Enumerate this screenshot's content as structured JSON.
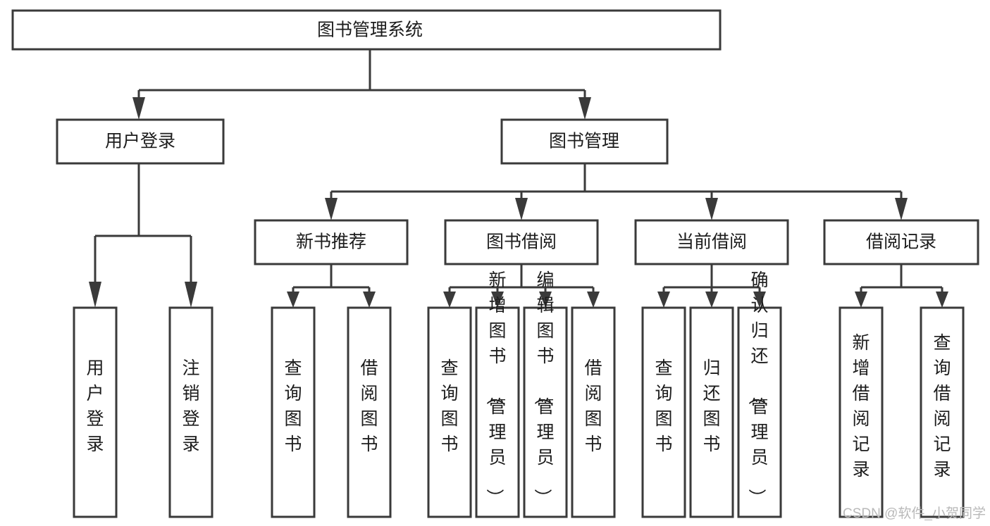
{
  "diagram": {
    "title": "图书管理系统",
    "type": "tree-hierarchy-diagram",
    "colors": {
      "box_stroke": "#3a3a3a",
      "box_fill": "#ffffff",
      "text": "#1c1c1c",
      "connector": "#3a3a3a",
      "watermark": "#b9b9b9",
      "background": "#ffffff"
    },
    "root": {
      "label": "图书管理系统"
    },
    "level2": [
      {
        "label": "用户登录"
      },
      {
        "label": "图书管理"
      }
    ],
    "level3": [
      {
        "label": "新书推荐"
      },
      {
        "label": "图书借阅"
      },
      {
        "label": "当前借阅"
      },
      {
        "label": "借阅记录"
      }
    ],
    "leaves": {
      "user_login": [
        {
          "label": "用户登录"
        },
        {
          "label": "注销登录"
        }
      ],
      "new_book_recommend": [
        {
          "label": "查询图书"
        },
        {
          "label": "借阅图书"
        }
      ],
      "book_borrow": [
        {
          "label": "查询图书"
        },
        {
          "label": "新增图书（管理员）"
        },
        {
          "label": "编辑图书（管理员）"
        },
        {
          "label": "借阅图书"
        }
      ],
      "current_borrow": [
        {
          "label": "查询图书"
        },
        {
          "label": "归还图书"
        },
        {
          "label": "确认归还（管理员）"
        }
      ],
      "borrow_record": [
        {
          "label": "新增借阅记录"
        },
        {
          "label": "查询借阅记录"
        }
      ]
    },
    "watermark": "CSDN @软件_小贺同学"
  }
}
